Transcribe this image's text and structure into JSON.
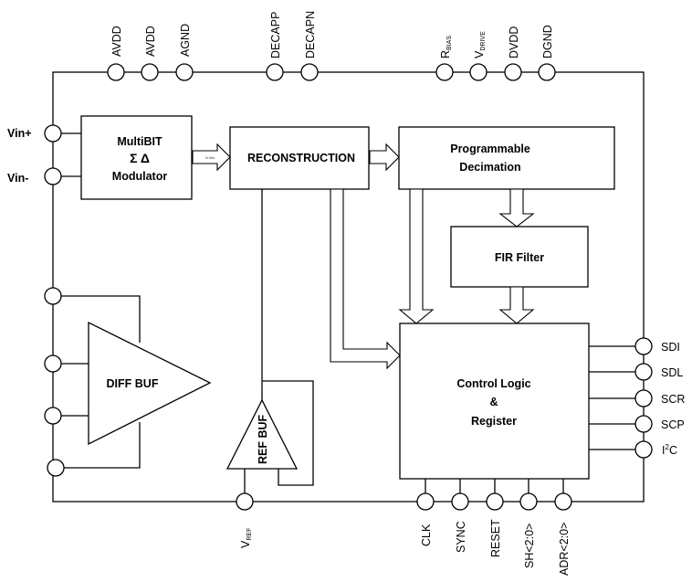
{
  "top_pins": [
    "AVDD",
    "AVDD",
    "AGND",
    "DECAPP",
    "DECAPN",
    "R",
    "BIAS",
    "V",
    "DRIVE",
    "DVDD",
    "DGND"
  ],
  "left_pins": [
    "Vin+",
    "Vin-"
  ],
  "right_pins": [
    "SDI",
    "SDL",
    "SCR",
    "SCP",
    "I",
    "2",
    "C"
  ],
  "bottom_pins": [
    "V",
    "REF",
    "CLK",
    "SYNC",
    "RESET",
    "SH<2:0>",
    "ADR<2:0>"
  ],
  "blocks": {
    "modulator": [
      "MultiBIT",
      "Σ Δ",
      "Modulator"
    ],
    "reconstruction": "RECONSTRUCTION",
    "decimation": [
      "Programmable",
      "Decimation"
    ],
    "fir": "FIR Filter",
    "control": [
      "Control Logic",
      "&",
      "Register"
    ],
    "diff_buf": "DIFF BUF",
    "ref_buf": "REF BUF"
  },
  "arrow_text": "N bits"
}
